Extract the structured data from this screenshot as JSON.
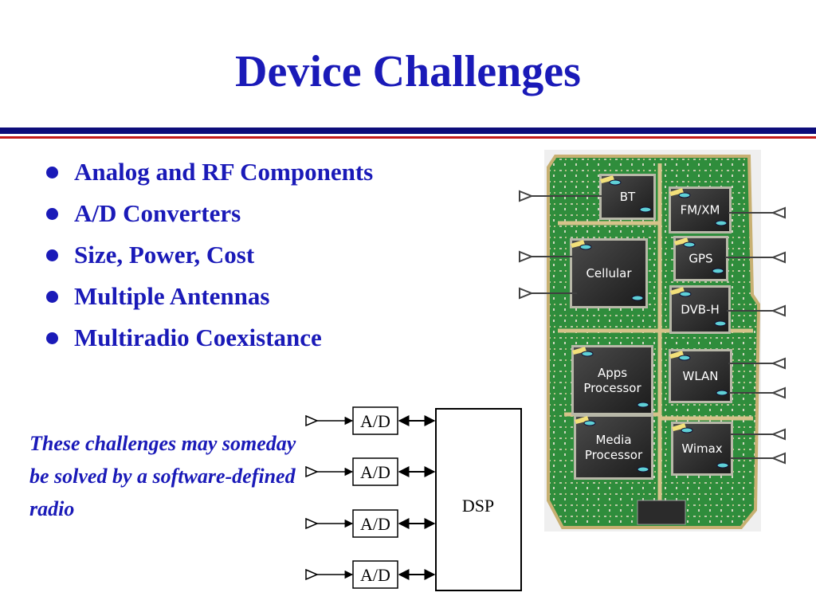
{
  "slide": {
    "title": "Device Challenges",
    "bullets": [
      "Analog and RF Components",
      "A/D Converters",
      "Size, Power, Cost",
      "Multiple Antennas",
      "Multiradio Coexistance"
    ],
    "caption": "These challenges may someday be solved by a software-defined radio"
  },
  "board": {
    "chips": [
      "BT",
      "FM/XM",
      "Cellular",
      "GPS",
      "DVB-H",
      "Apps\nProcessor",
      "WLAN",
      "Media\nProcessor",
      "Wimax"
    ]
  },
  "sdr_diagram": {
    "adc_label": "A/D",
    "adc_count": 4,
    "dsp_label": "DSP"
  },
  "colors": {
    "title": "#1a1ab8",
    "rule_navy": "#0c0c7a",
    "rule_red": "#c41a1a",
    "board_green": "#2e8a3a"
  }
}
